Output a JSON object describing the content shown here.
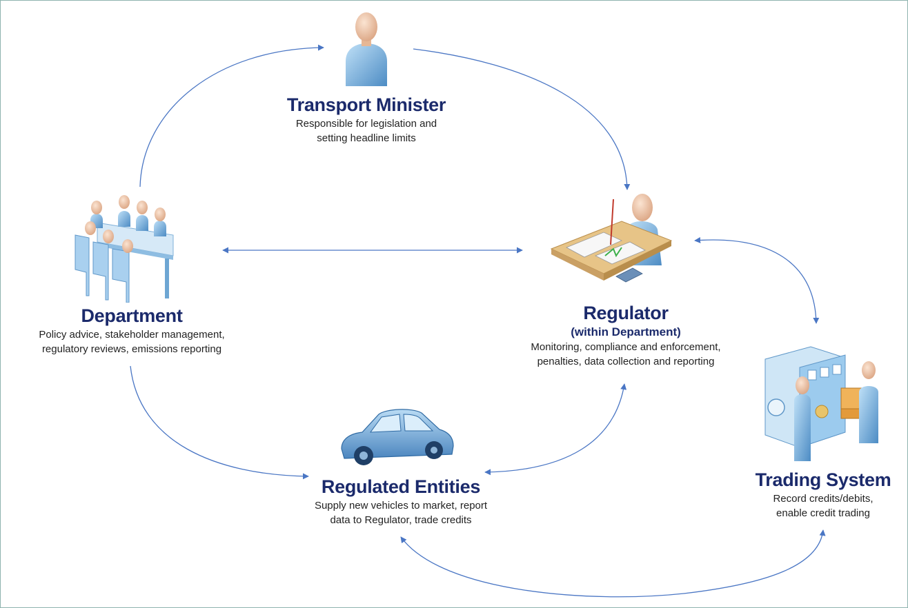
{
  "nodes": {
    "transport_minister": {
      "title": "Transport Minister",
      "description": "Responsible for legislation and\nsetting headline limits"
    },
    "department": {
      "title": "Department",
      "description": "Policy advice, stakeholder management,\nregulatory reviews, emissions reporting"
    },
    "regulator": {
      "title": "Regulator",
      "subtitle": "(within Department)",
      "description": "Monitoring, compliance and enforcement,\npenalties, data collection and reporting"
    },
    "regulated_entities": {
      "title": "Regulated Entities",
      "description": "Supply new vehicles to market, report\ndata to Regulator, trade credits"
    },
    "trading_system": {
      "title": "Trading System",
      "description": "Record credits/debits,\nenable credit trading"
    }
  },
  "icons": {
    "transport_minister": "person-icon",
    "department": "meeting-group-icon",
    "regulator": "person-at-desk-icon",
    "regulated_entities": "car-icon",
    "trading_system": "vault-exchange-icon"
  },
  "edges": [
    {
      "from": "department",
      "to": "transport_minister",
      "direction": "to"
    },
    {
      "from": "transport_minister",
      "to": "regulator",
      "direction": "to"
    },
    {
      "from": "department",
      "to": "regulator",
      "direction": "both"
    },
    {
      "from": "regulator",
      "to": "trading_system",
      "direction": "both"
    },
    {
      "from": "department",
      "to": "regulated_entities",
      "direction": "to"
    },
    {
      "from": "regulator",
      "to": "regulated_entities",
      "direction": "both"
    },
    {
      "from": "regulated_entities",
      "to": "trading_system",
      "direction": "both"
    }
  ],
  "colors": {
    "arrow": "#4a76c4",
    "title_text": "#1b2a6b",
    "icon_blue": "#8fbfe4",
    "icon_dark": "#3f7fb8",
    "skin": "#f2c9a8",
    "border": "#8eb3ae"
  }
}
